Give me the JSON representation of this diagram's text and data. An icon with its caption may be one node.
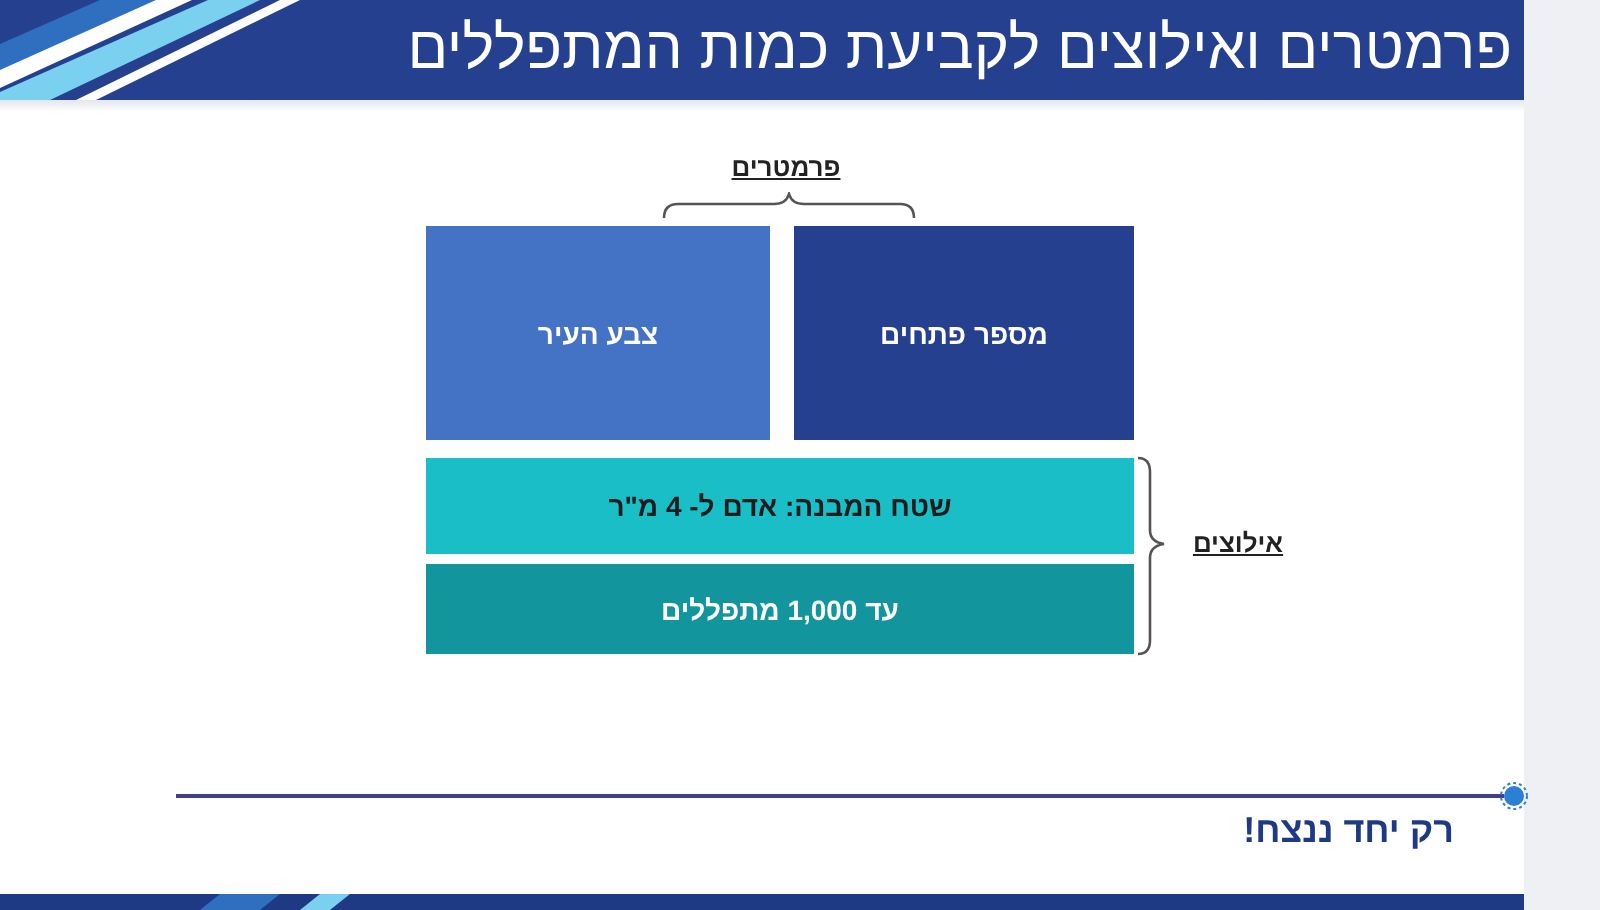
{
  "diagram": {
    "title": "פרמטרים ואילוצים לקביעת כמות המתפללים",
    "nodes": [
      {
        "text": [
          "מספר פתחים"
        ]
      },
      {
        "text": [
          "צבע העיר"
        ]
      },
      {
        "text": [
          "שטח המבנה: אדם ל- 4 מ\"ר"
        ]
      },
      {
        "text": [
          "עד 1,000 מתפללים"
        ]
      }
    ],
    "labels": [
      "פרמטרים",
      "אילוצים",
      "רק יחד ננצח!"
    ]
  }
}
